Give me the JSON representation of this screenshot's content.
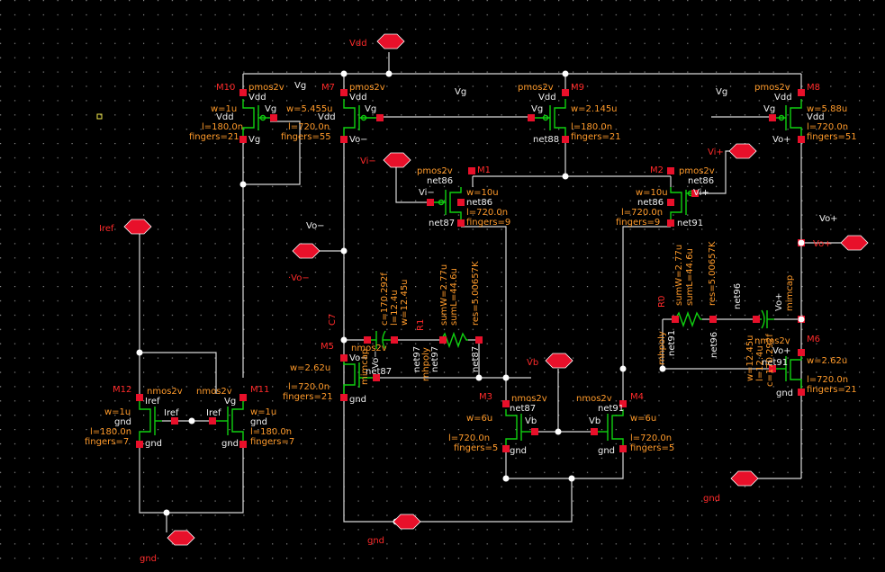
{
  "colors": {
    "background": "#000000",
    "wire": "#d8d8d8",
    "device": "#10d010",
    "pin": "#e8102a",
    "param": "#ff9a2a",
    "instance": "#ff2a2a",
    "netlabel": "#f2e84a"
  },
  "ports": {
    "vdd": "Vdd",
    "iref": "Iref",
    "vi_minus": "Vi−",
    "vi_plus": "Vi+",
    "vo_minus": "·Vo−",
    "vo_plus": "Vo+",
    "vb": "Vb",
    "gnd1": "gnd",
    "gnd2": "gnd",
    "gnd3": "gnd"
  },
  "net_labels": {
    "vg_left": "Vg",
    "vg_mid": "Vg",
    "vg_right": "Vg",
    "vo_minus": "Vo−",
    "vo_plus": "Vo+"
  },
  "devices": {
    "m10": {
      "name": "M10",
      "type": "pmos2v",
      "pins": [
        "Vdd",
        "Vdd",
        "Vg",
        "Vg"
      ],
      "params": [
        "w=1u",
        "l=180.0n",
        "fingers=21"
      ]
    },
    "m7": {
      "name": "M7",
      "type": "pmos2v",
      "pins": [
        "Vdd",
        "Vdd",
        "Vg",
        "Vo−"
      ],
      "params": [
        "w=5.455u",
        "l=720.0n",
        "fingers=55"
      ]
    },
    "m9": {
      "name": "M9",
      "type": "pmos2v",
      "pins": [
        "Vdd",
        "Vg",
        "net88"
      ],
      "params": [
        "w=2.145u",
        "l=180.0n",
        "fingers=21"
      ]
    },
    "m8": {
      "name": "M8",
      "type": "pmos2v",
      "pins": [
        "Vdd",
        "Vg",
        "Vdd",
        "Vo+"
      ],
      "params": [
        "w=5.88u",
        "l=720.0n",
        "fingers=51"
      ]
    },
    "m1": {
      "name": "M1",
      "type": "pmos2v",
      "pins": [
        "net86",
        "Vi−",
        "net86",
        "net87"
      ],
      "params": [
        "w=10u",
        "l=720.0n",
        "fingers=9"
      ]
    },
    "m2": {
      "name": "M2",
      "type": "pmos2v",
      "pins": [
        "net86",
        "net86",
        "Vi+",
        "net91"
      ],
      "params": [
        "w=10u",
        "l=720.0n",
        "fingers=9"
      ]
    },
    "m5": {
      "name": "M5",
      "type": "nmos2v",
      "pins": [
        "Vo−",
        "net87",
        "gnd"
      ],
      "params": [
        "w=2.62u",
        "l=720.0n",
        "fingers=21"
      ]
    },
    "m6": {
      "name": "M6",
      "type": "nmos2v",
      "pins": [
        "Vo+",
        "net91",
        "gnd"
      ],
      "params": [
        "w=2.62u",
        "l=720.0n",
        "fingers=21"
      ]
    },
    "m3": {
      "name": "M3",
      "type": "nmos2v",
      "pins": [
        "net87",
        "Vb",
        "gnd"
      ],
      "params": [
        "w=6u",
        "l=720.0n",
        "fingers=5"
      ]
    },
    "m4": {
      "name": "M4",
      "type": "nmos2v",
      "pins": [
        "net91",
        "Vb",
        "gnd"
      ],
      "params": [
        "w=6u",
        "l=720.0n",
        "fingers=5"
      ]
    },
    "m12": {
      "name": "M12",
      "type": "nmos2v",
      "pins": [
        "Iref",
        "Iref",
        "gnd",
        "gnd"
      ],
      "params": [
        "w=1u",
        "l=180.0n",
        "fingers=7"
      ]
    },
    "m11": {
      "name": "M11",
      "type": "nmos2v",
      "pins": [
        "Iref",
        "Vg",
        "gnd",
        "gnd"
      ],
      "params": [
        "w=1u",
        "l=180.0n",
        "fingers=7"
      ]
    }
  },
  "passives": {
    "c7": {
      "name": "C7",
      "type": "mimcap",
      "pins": [
        "Vo−"
      ],
      "params": [
        "c=170.292f",
        "l=12.4u",
        "w=12.45u"
      ]
    },
    "r1": {
      "name": "R1",
      "type": "rnhpoly",
      "pins": [
        "net97",
        "net97",
        "net87"
      ],
      "params": [
        "sumW=2.77u",
        "sumL=44.6u",
        "res=5.00657K"
      ]
    },
    "r0": {
      "name": "R0",
      "type": "rnhpoly",
      "pins": [
        "net91",
        "net96"
      ],
      "params": [
        "sumW=2.77u",
        "sumL=44.6u",
        "res=5.00657K"
      ]
    },
    "c6": {
      "name": "",
      "type": "mimcap",
      "pins": [
        "net96",
        "Vo+"
      ],
      "params": [
        "w=12.45u",
        "l=12.4u",
        "c=170.292f"
      ]
    }
  }
}
